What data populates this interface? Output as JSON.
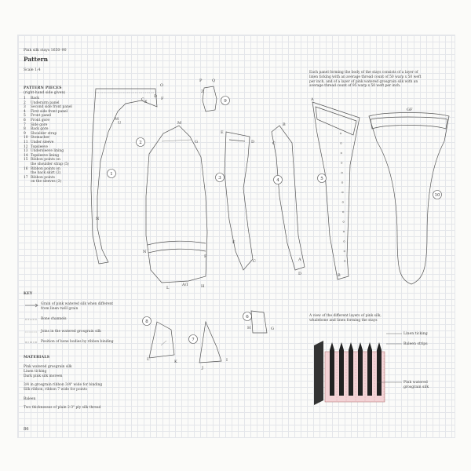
{
  "header": {
    "running_title": "Pink silk stays 1650–90"
  },
  "pattern": {
    "title": "Pattern",
    "scale": "Scale 1:4"
  },
  "pieces": {
    "heading": "PATTERN PIECES",
    "subheading": "(right-hand side given)",
    "items": [
      {
        "n": "1",
        "label": "Back"
      },
      {
        "n": "2",
        "label": "Underarm panel"
      },
      {
        "n": "3",
        "label": "Second side front panel"
      },
      {
        "n": "4",
        "label": "First side front panel"
      },
      {
        "n": "5",
        "label": "Front panel"
      },
      {
        "n": "6",
        "label": "Front gore"
      },
      {
        "n": "7",
        "label": "Side gore"
      },
      {
        "n": "8",
        "label": "Back gore"
      },
      {
        "n": "9",
        "label": "Shoulder strap"
      },
      {
        "n": "10",
        "label": "Stomacher"
      },
      {
        "n": "11",
        "label": "Under sleeve"
      },
      {
        "n": "12",
        "label": "Topsleeve"
      },
      {
        "n": "13",
        "label": "Undersleeve lining"
      },
      {
        "n": "14",
        "label": "Topsleeve lining"
      },
      {
        "n": "15",
        "label": "Ribbon points on"
      },
      {
        "n": "",
        "label": "the shoulder strap (5)"
      },
      {
        "n": "16",
        "label": "Ribbon points on"
      },
      {
        "n": "",
        "label": "the back skirt (2)"
      },
      {
        "n": "17",
        "label": "Ribbon points"
      },
      {
        "n": "",
        "label": "on the sleeves (2)"
      }
    ]
  },
  "intro_note": "Each panel forming the body of the stays consists of a layer of linen ticking with an average thread count of 50 warp x 50 weft per inch, and of a layer of pink watered grosgrain silk with an average thread count of 95 warp x 50 weft per inch.",
  "key": {
    "heading": "KEY",
    "items": [
      {
        "label": "Grain of pink watered silk when different from linen twill grain",
        "style": "arrow"
      },
      {
        "label": "Bone channels",
        "style": "dashed"
      },
      {
        "label": "Joins in the watered grosgrain silk",
        "style": "dotted"
      },
      {
        "label": "Position of bone bodies by ribbon binding",
        "style": "dashdot"
      }
    ]
  },
  "materials": {
    "heading": "MATERIALS",
    "lines": [
      "Pink watered grosgrain silk",
      "Linen ticking",
      "Dark pink silk moreen",
      "",
      "3/4 in grosgrain ribbon 3/4\" wide for binding",
      "Silk ribbon, ribbon 7 wide for points",
      "",
      "Baleen",
      "",
      "Two thicknesses of plain 2-3\" ply silk thread"
    ]
  },
  "layers": {
    "caption": "A view of the different layers of pink silk, whalebone and linen forming the stays",
    "labels": [
      "Linen ticking",
      "Baleen strips",
      "Pink watered grosgrain silk"
    ]
  },
  "piece_numbers": [
    "1",
    "2",
    "3",
    "4",
    "5",
    "6",
    "7",
    "8",
    "9",
    "10"
  ],
  "point_letters": {
    "p1": [
      "O",
      "C",
      "D",
      "M",
      "X",
      "F",
      "U",
      "N"
    ],
    "p2": [
      "M",
      "G",
      "N",
      "F",
      "L",
      "A/I",
      "H"
    ],
    "p3": [
      "E",
      "D",
      "F",
      "C"
    ],
    "p4": [
      "B",
      "C",
      "A",
      "D"
    ],
    "p5": [
      "A",
      "B"
    ],
    "p9": [
      "P",
      "Q",
      "Z"
    ],
    "p10": [
      "GF"
    ],
    "p6": [
      "L",
      "K"
    ],
    "p7": [
      "J",
      "I"
    ],
    "p8": [
      "H",
      "G"
    ]
  },
  "page_number": "86",
  "colors": {
    "grid": "#e4e6ea",
    "line": "#555555",
    "silk_pink": "#f3d3d6",
    "baleen": "#222222"
  }
}
